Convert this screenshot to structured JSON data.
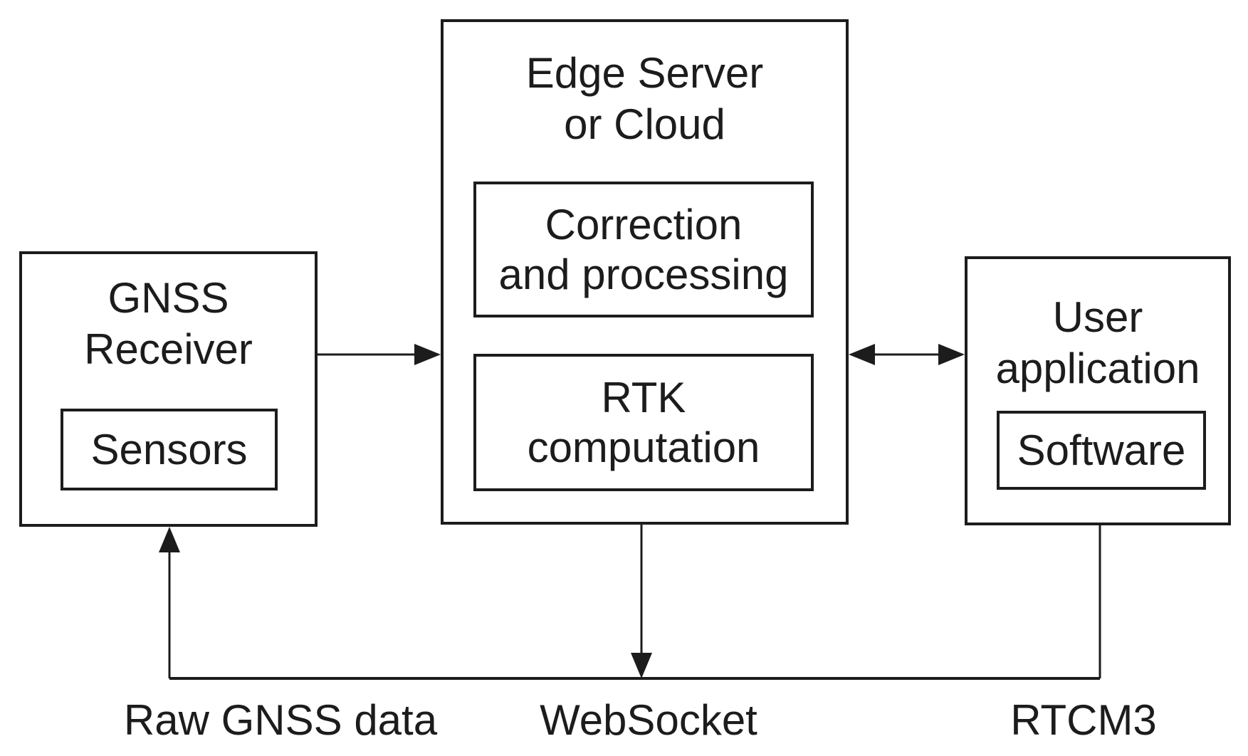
{
  "diagram": {
    "nodes": {
      "gnss_receiver": {
        "title": "GNSS\nReceiver",
        "inner": "Sensors"
      },
      "edge_server": {
        "title": "Edge Server\nor Cloud",
        "inner_top": "Correction\nand processing",
        "inner_bottom": "RTK\ncomputation"
      },
      "user_application": {
        "title": "User\napplication",
        "inner": "Software"
      }
    },
    "edge_labels": {
      "raw_gnss_data": "Raw GNSS data",
      "websocket": "WebSocket",
      "rtcm3": "RTCM3"
    },
    "colors": {
      "stroke": "#1c1c1c",
      "background": "#ffffff"
    }
  }
}
